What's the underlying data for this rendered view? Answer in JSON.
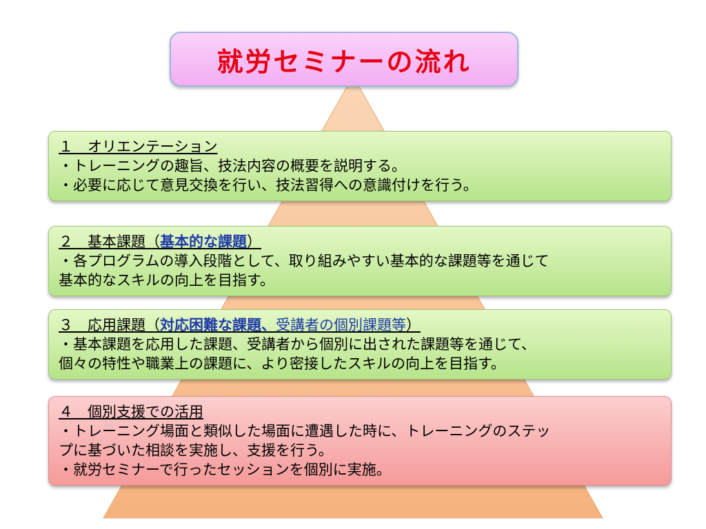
{
  "title": "就労セミナーの流れ",
  "steps": [
    {
      "heading": "１　オリエンテーション",
      "lines": [
        "・トレーニングの趣旨、技法内容の概要を説明する。",
        "・必要に応じて意見交換を行い、技法習得への意識付けを行う。"
      ]
    },
    {
      "heading_prefix": "２　基本課題（",
      "heading_em": "基本的な課題",
      "heading_suffix": "）",
      "lines": [
        "・各プログラムの導入段階として、取り組みやすい基本的な課題等を通じて",
        "基本的なスキルの向上を目指す。"
      ]
    },
    {
      "heading_prefix": "３　応用課題（",
      "heading_em": "対応困難な課題、",
      "heading_blue": "受講者の個別課題等",
      "heading_suffix": "）",
      "lines": [
        "・基本課題を応用した課題、受講者から個別に出された課題等を通じて、",
        "個々の特性や職業上の課題に、より密接したスキルの向上を目指す。"
      ]
    },
    {
      "heading": "４　個別支援での活用",
      "lines": [
        "・トレーニング場面と類似した場面に遭遇した時に、トレーニングのステッ",
        "プに基づいた相談を実施し、支援を行う。",
        "・就労セミナーで行ったセッションを個別に実施。"
      ]
    }
  ],
  "colors": {
    "title_text": "#e60012",
    "title_bg": "#f6bff6",
    "green_box": "#c9ed9e",
    "red_box": "#f8b4b4",
    "pyramid": "#f7c497",
    "emphasis": "#1f3aa8"
  }
}
